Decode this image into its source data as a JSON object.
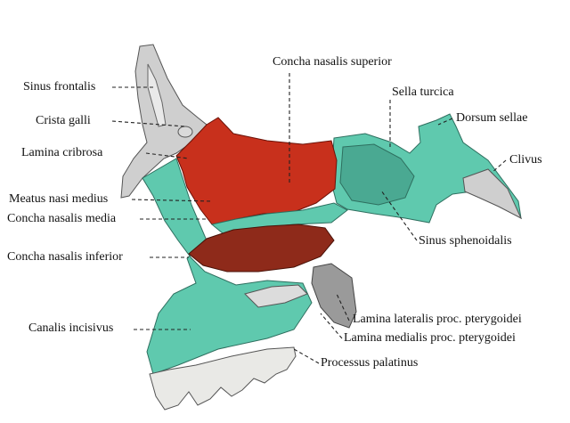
{
  "figure": {
    "colors": {
      "nasal_concha_superior_region": "#c8301c",
      "nasal_concha_inferior": "#8e2a1a",
      "bone_teal": "#5fc9ae",
      "bone_grey": "#cfcfcf",
      "teeth": "#e9e9e6"
    },
    "labels": {
      "sinus_frontalis": "Sinus frontalis",
      "crista_galli": "Crista galli",
      "lamina_cribrosa": "Lamina cribrosa",
      "meatus_nasi_medius": "Meatus nasi medius",
      "concha_nasalis_media": "Concha nasalis media",
      "concha_nasalis_inferior": "Concha nasalis inferior",
      "canalis_incisivus": "Canalis incisivus",
      "concha_nasalis_superior": "Concha nasalis superior",
      "sella_turcica": "Sella turcica",
      "dorsum_sellae": "Dorsum sellae",
      "clivus": "Clivus",
      "sinus_sphenoidalis": "Sinus sphenoidalis",
      "lamina_lateralis": "Lamina lateralis proc. pterygoidei",
      "lamina_medialis": "Lamina medialis proc. pterygoidei",
      "processus_palatinus": "Processus palatinus"
    }
  }
}
